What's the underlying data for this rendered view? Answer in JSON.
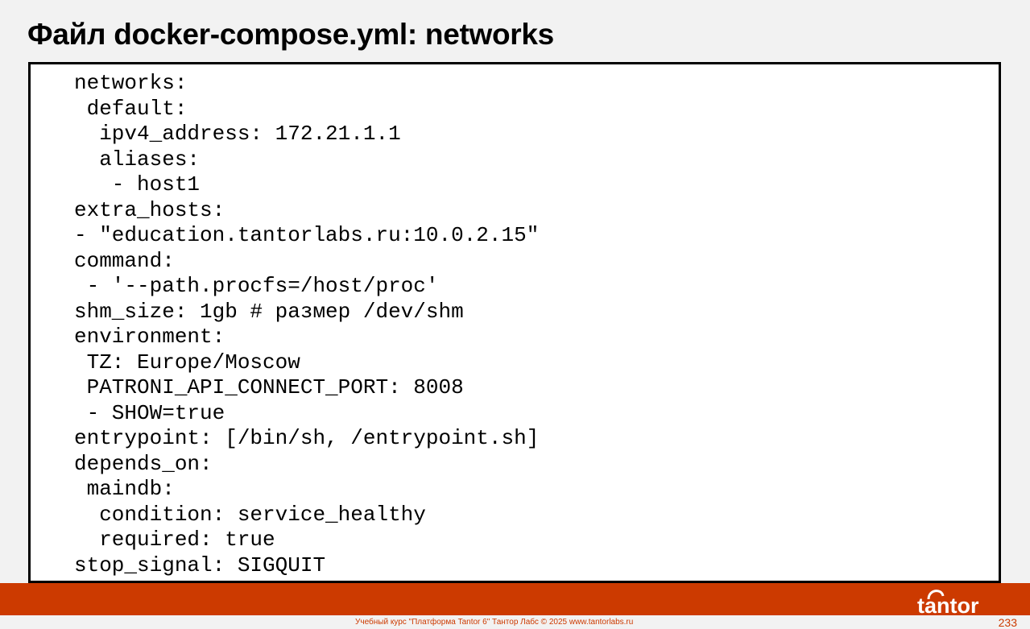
{
  "title": "Файл docker-compose.yml: networks",
  "code_lines": [
    "networks:",
    " default:",
    "  ipv4_address: 172.21.1.1",
    "  aliases:",
    "   - host1",
    "extra_hosts:",
    "- \"education.tantorlabs.ru:10.0.2.15\"",
    "command:",
    " - '--path.procfs=/host/proc'",
    "shm_size: 1gb # размер /dev/shm",
    "environment:",
    " TZ: Europe/Moscow",
    " PATRONI_API_CONNECT_PORT: 8008",
    " - SHOW=true",
    "entrypoint: [/bin/sh, /entrypoint.sh]",
    "depends_on:",
    " maindb:",
    "  condition: service_healthy",
    "  required: true",
    "stop_signal: SIGQUIT"
  ],
  "footer": {
    "text": "Учебный курс \"Платформа Tantor 6\" Тантор Лабс © 2025  www.tantorlabs.ru",
    "page_number": "233",
    "logo_text": "tantor"
  },
  "colors": {
    "accent": "#cc3a00",
    "background": "#f2f2f2"
  }
}
